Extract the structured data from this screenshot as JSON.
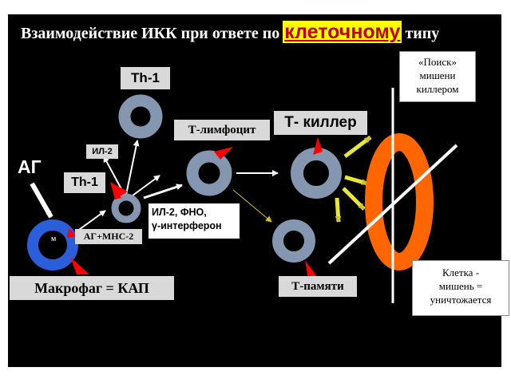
{
  "slide": {
    "title_prefix": "Взаимодействие ИКК при ответе по",
    "title_highlight": "клеточному",
    "title_suffix": "типу"
  },
  "labels": {
    "ag": "АГ",
    "th1_top": "Th-1",
    "th1_mid": "Th-1",
    "il2_small": "ИЛ-2",
    "t_lymphocyte": "Т-лимфоцит",
    "t_killer": "Т- киллер",
    "t_memory": "Т-памяти",
    "ag_mhc": "АГ+МНС-2",
    "macrophage": "Макрофаг = КАП",
    "macrophage_letter": "м",
    "cytokines_line1": "ИЛ-2, ФНО,",
    "cytokines_line2": "γ-интерферон",
    "search_line1": "«Поиск»",
    "search_line2": "мишени",
    "search_line3": "киллером",
    "target_line1": "Клетка -",
    "target_line2": "мишень =",
    "target_line3": "уничтожается"
  },
  "colors": {
    "cell_ring": "#8496b0",
    "macrophage": "#2a5fd9",
    "target_cell": "#ff6600",
    "pointer": "#ff0000",
    "yellow_arrow": "#e8e830",
    "title_highlight_bg": "#ffff00",
    "title_highlight_text": "#c00000"
  }
}
